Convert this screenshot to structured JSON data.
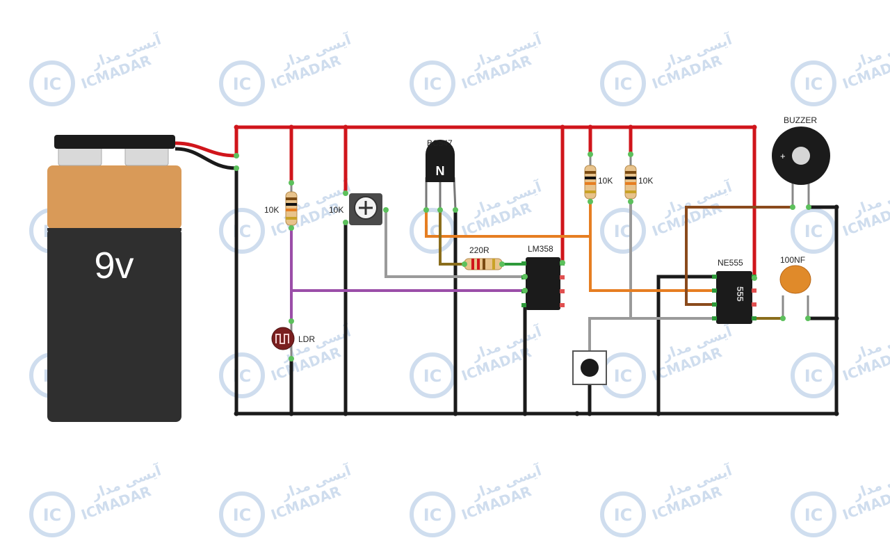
{
  "battery": {
    "label": "9v"
  },
  "components": {
    "transistor": "BC547",
    "transistor_mark": "N",
    "resistor_ldr_bias": "10K",
    "trimmer": "10K",
    "resistor_220": "220R",
    "opamp": "LM358",
    "resistor_timer_a": "10K",
    "resistor_timer_b": "10K",
    "timer": "NE555",
    "timer_mark": "555",
    "capacitor": "100NF",
    "buzzer": "BUZZER",
    "buzzer_polarity": "+",
    "ldr": "LDR"
  },
  "watermark": {
    "brand": "ICMADAR",
    "persian": "آیسی مدار",
    "logo": "IC"
  },
  "colors": {
    "wire_red": "#d0151b",
    "wire_black": "#1a1a1a",
    "wire_purple": "#9b4ea8",
    "wire_orange": "#e67e22",
    "wire_gray": "#9a9a9a",
    "wire_brown": "#8a4a1c",
    "wire_olive": "#8a6d1c",
    "battery_top": "#d99a58",
    "battery_bottom": "#2f2f2f",
    "ic_body": "#1b1b1b",
    "capacitor": "#e08a2a",
    "watermark": "#c7d8ec"
  }
}
